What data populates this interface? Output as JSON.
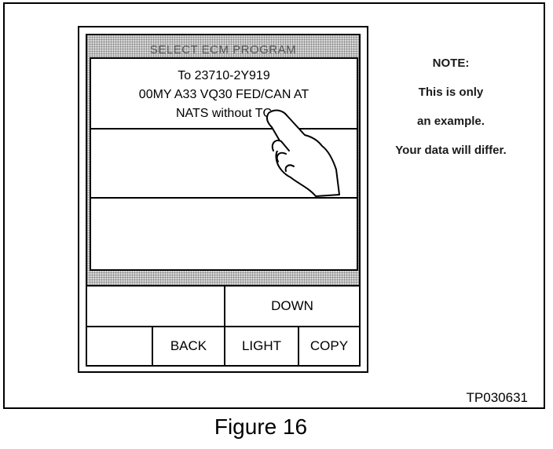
{
  "screen": {
    "title": "SELECT ECM PROGRAM",
    "rows": [
      {
        "lines": [
          "To 23710-2Y919",
          "00MY A33 VQ30 FED/CAN AT",
          "NATS without TC"
        ]
      }
    ]
  },
  "buttons": {
    "down": "DOWN",
    "back": "BACK",
    "light": "LIGHT",
    "copy": "COPY"
  },
  "note": {
    "heading": "NOTE:",
    "line1": "This is only",
    "line2": "an example.",
    "line3": "Your data will differ."
  },
  "figure": {
    "code": "TP030631",
    "caption": "Figure 16"
  },
  "icons": {
    "pointer": "pointing-hand-icon"
  }
}
